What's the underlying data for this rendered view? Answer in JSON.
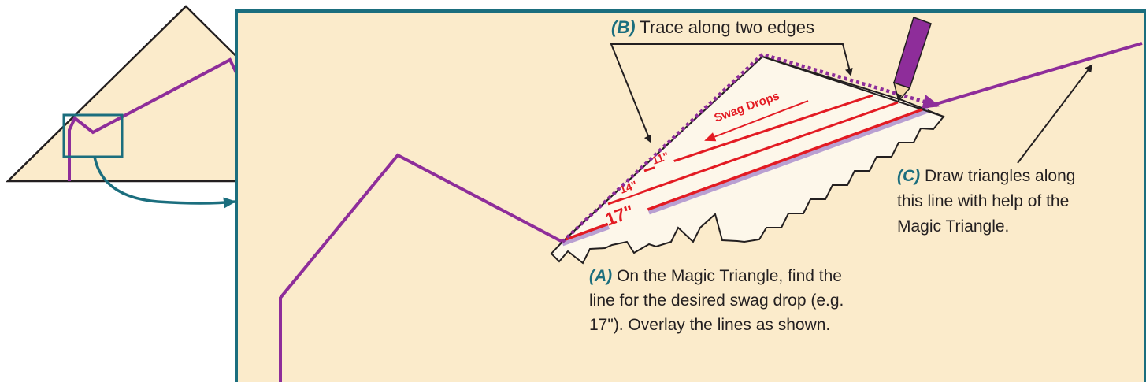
{
  "colors": {
    "background": "#fbebcb",
    "panel_border": "#1b6e7e",
    "swag_line": "#8e2d9a",
    "drop_lines": "#e31b23",
    "label_letter": "#1b6e7e",
    "outline": "#231f20",
    "pencil": "#8e2d9a",
    "lavender_edge": "#b9a0d2"
  },
  "step_a": {
    "letter": "(A)",
    "lines": [
      " On the Magic Triangle, find the",
      "line for the desired swag drop (e.g.",
      "17\"). Overlay the lines as shown."
    ]
  },
  "step_b": {
    "letter": "(B)",
    "text": " Trace along two edges"
  },
  "step_c": {
    "letter": "(C)",
    "lines": [
      " Draw triangles along",
      "this line with help of the",
      "Magic Triangle."
    ]
  },
  "magic_triangle": {
    "heading": "Swag Drops",
    "drop_labels": [
      "11\"",
      "14\"",
      "17\""
    ]
  },
  "icons": [
    "pencil-icon",
    "zoom-arrow-icon"
  ]
}
